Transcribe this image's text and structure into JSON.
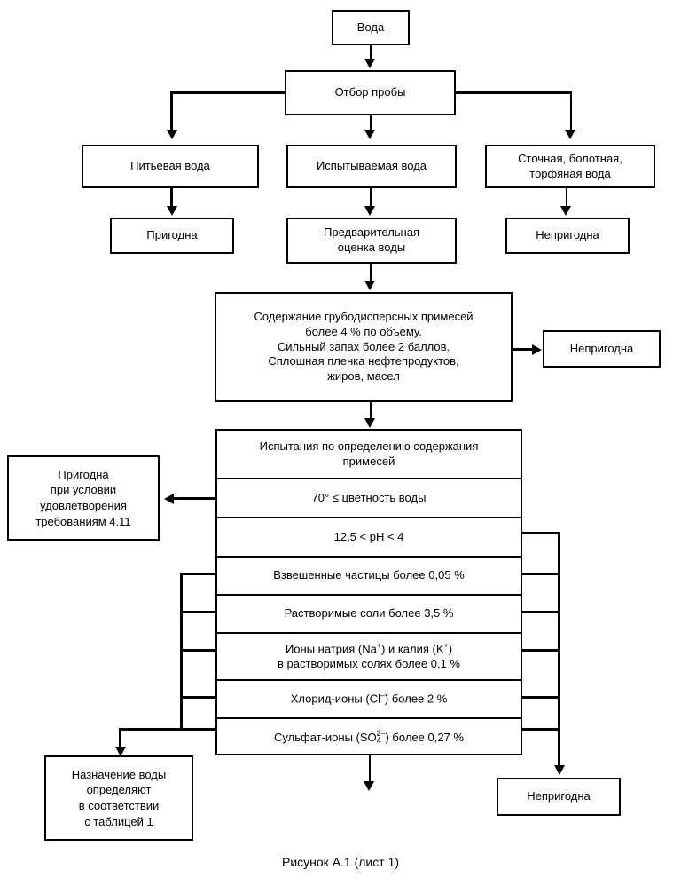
{
  "figure": {
    "caption": "Рисунок А.1 (лист 1)",
    "line_color": "#000000",
    "background_color": "#ffffff"
  },
  "nodes": {
    "water": "Вода",
    "sampling": "Отбор пробы",
    "drinking_water": "Питьевая вода",
    "tested_water": "Испытываемая вода",
    "waste_water": "Сточная, болотная,\nторфяная вода",
    "suitable_1": "Пригодна",
    "prelim_assessment": "Предварительная\nоценка воды",
    "unsuitable_1": "Непригодна",
    "coarse_impurities": "Содержание грубодисперсных примесей\nболее 4 % по объему.\nСильный запах более 2 баллов.\nСплошная пленка нефтепродуктов,\nжиров, масел",
    "unsuitable_2": "Непригодна",
    "suitable_conditional": "Пригодна\nпри условии\nудовлетворения\nтребованиям 4.11",
    "purpose_table": "Назначение воды\nопределяют\nв соответствии\nс таблицей 1",
    "unsuitable_3": "Непригодна"
  },
  "tests_table": {
    "header": "Испытания по определению содержания\nпримесей",
    "rows": [
      {
        "id": "colour",
        "text": "70° ≤ цветность воды"
      },
      {
        "id": "ph",
        "text": "12,5 < pH < 4"
      },
      {
        "id": "suspended",
        "text": "Взвешенные частицы более 0,05 %"
      },
      {
        "id": "salts",
        "text": "Растворимые соли более 3,5 %"
      },
      {
        "id": "na_k_ions",
        "text": "Ионы натрия (Na+) и калия (K+)\nв растворимых солях более 0,1 %"
      },
      {
        "id": "chloride",
        "text": "Хлорид-ионы (Cl−) более 2 %"
      },
      {
        "id": "sulphate",
        "text": "Сульфат-ионы (SO4 2−) более 0,27 %"
      }
    ]
  }
}
